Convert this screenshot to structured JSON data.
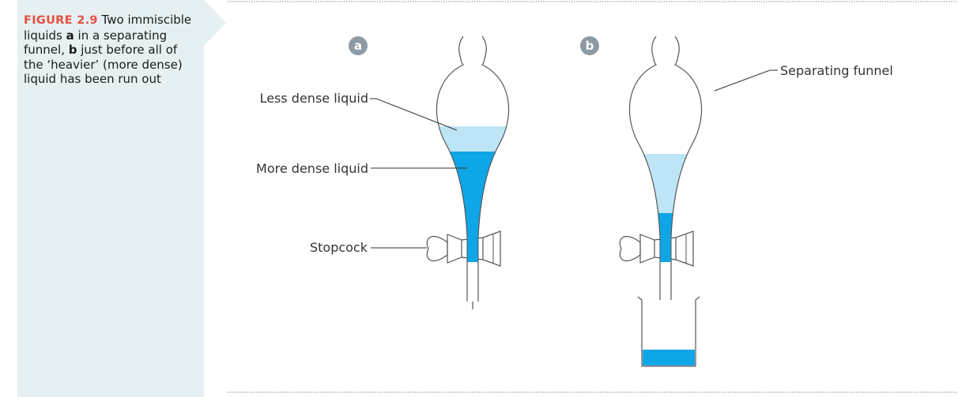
{
  "caption": {
    "figure_number": "FIGURE 2.9",
    "text_1": " Two immiscible liquids ",
    "bold_a": "a",
    "text_2": " in a separating funnel, ",
    "bold_b": "b",
    "text_3": " just before all of the ‘heavier’ (more dense) liquid has been run out"
  },
  "diagram": {
    "badge_a": "a",
    "badge_b": "b",
    "labels": {
      "less_dense": "Less dense liquid",
      "more_dense": "More dense liquid",
      "stopcock": "Stopcock",
      "separating_funnel": "Separating funnel"
    }
  },
  "colors": {
    "less_dense_liquid": "#bde5f5",
    "more_dense_liquid": "#0fa6e8",
    "glass_outline": "#555555",
    "badge": "#8d9aa3",
    "figure_label": "#e84e3d",
    "caption_background": "#e6f0f3"
  }
}
